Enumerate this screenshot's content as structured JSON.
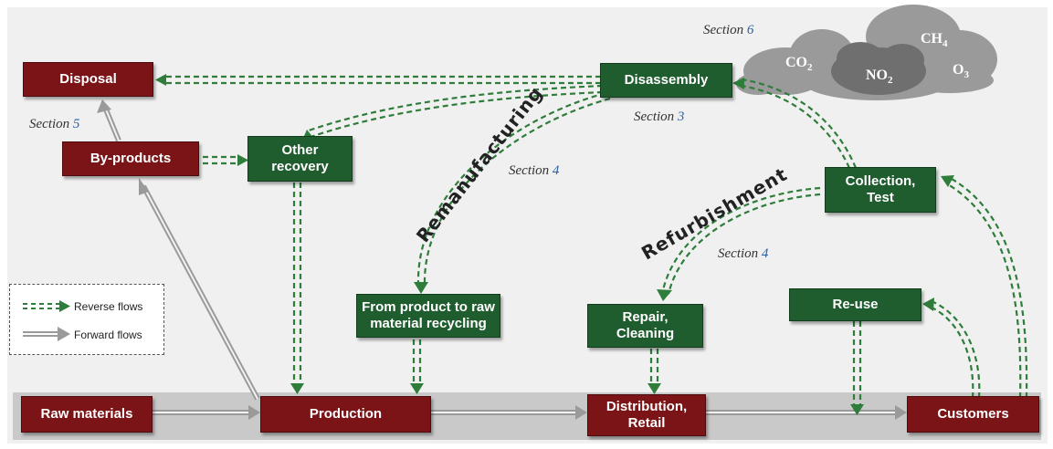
{
  "nodes": {
    "raw_materials": "Raw materials",
    "production": "Production",
    "distribution": "Distribution,\nRetail",
    "customers": "Customers",
    "disposal": "Disposal",
    "by_products": "By-products",
    "other_recovery": "Other\nrecovery",
    "disassembly": "Disassembly",
    "collection_test": "Collection,\nTest",
    "raw_material_recycling": "From product to raw\nmaterial recycling",
    "repair_cleaning": "Repair,\nCleaning",
    "re_use": "Re-use"
  },
  "sections": {
    "prefix": "Section",
    "s5": "5",
    "s3": "3",
    "s4a": "4",
    "s4b": "4",
    "s6": "6"
  },
  "curve_labels": {
    "remanufacturing": "Remanufacturing",
    "refurbishment": "Refurbishment"
  },
  "gases": {
    "co2": "CO",
    "co2_sub": "2",
    "no2": "NO",
    "no2_sub": "2",
    "ch4": "CH",
    "ch4_sub": "4",
    "o3": "O",
    "o3_sub": "3"
  },
  "legend": {
    "reverse": "Reverse flows",
    "forward": "Forward flows"
  },
  "colors": {
    "forward_node": "#7b1417",
    "reverse_node": "#1f5c2e",
    "reverse_arrow": "#2e7d3a",
    "forward_arrow": "#9a9a9a",
    "section_number": "#2a5fa8"
  }
}
